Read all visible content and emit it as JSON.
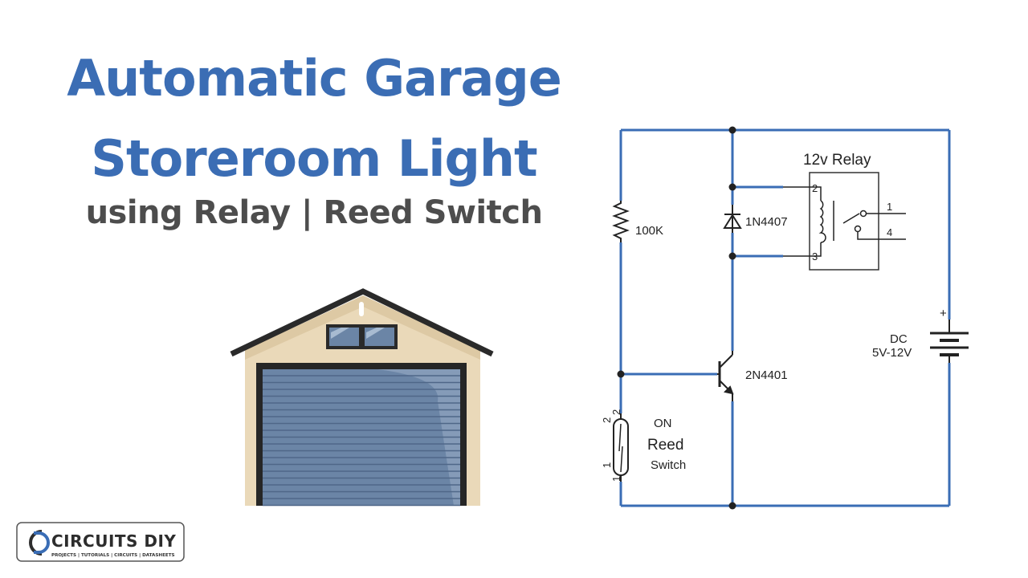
{
  "header": {
    "title_line1": "Automatic Garage",
    "title_line2": "Storeroom Light",
    "subtitle": "using Relay | Reed Switch"
  },
  "schematic": {
    "relay_label": "12v Relay",
    "relay_pins": [
      "2",
      "3",
      "1",
      "4"
    ],
    "diode_label": "1N4407",
    "resistor_label": "100K",
    "transistor_label": "2N4401",
    "battery_label_line1": "DC",
    "battery_label_line2": "5V-12V",
    "battery_polarity": "+",
    "reed_state": "ON",
    "reed_label_line1": "Reed",
    "reed_label_line2": "Switch",
    "reed_pins": [
      "2",
      "2",
      "1",
      "1"
    ],
    "wire_color": "#3a6db5"
  },
  "logo": {
    "brand": "CIRCUITS DIY",
    "tagline": "PROJECTS | TUTORIALS | CIRCUITS | DATASHEETS"
  },
  "colors": {
    "title": "#3b6db4",
    "subtitle": "#4d4d4d",
    "garage_wall": "#ead9b9",
    "garage_door": "#6b85a6"
  }
}
